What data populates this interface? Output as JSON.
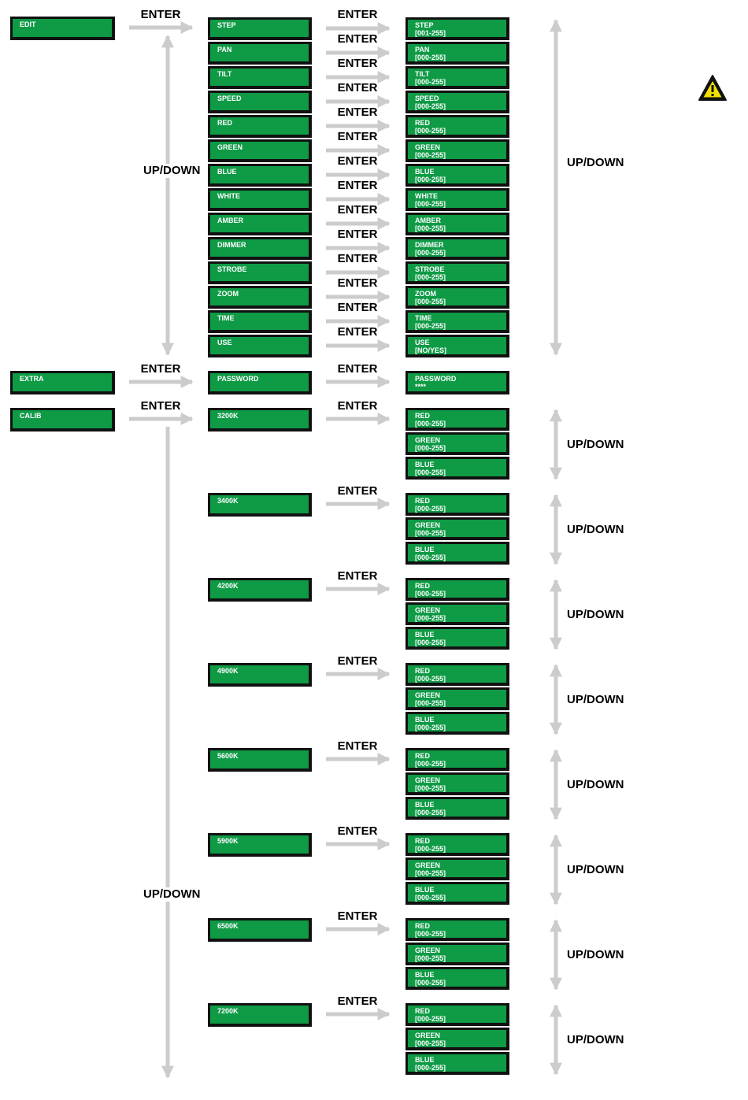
{
  "labels": {
    "enter": "ENTER",
    "updown": "UP/DOWN"
  },
  "colors": {
    "box_fill": "#0f9a46",
    "box_border": "#111111",
    "arrow": "#cccccc",
    "warning": "#f0e000"
  },
  "icons": {
    "warning": "warning-triangle-icon"
  },
  "menu": {
    "edit": {
      "label": "EDIT",
      "steps": [
        {
          "name": "STEP",
          "range": "[001-255]"
        },
        {
          "name": "PAN",
          "range": "[000-255]"
        },
        {
          "name": "TILT",
          "range": "[000-255]"
        },
        {
          "name": "SPEED",
          "range": "[000-255]"
        },
        {
          "name": "RED",
          "range": "[000-255]"
        },
        {
          "name": "GREEN",
          "range": "[000-255]"
        },
        {
          "name": "BLUE",
          "range": "[000-255]"
        },
        {
          "name": "WHITE",
          "range": "[000-255]"
        },
        {
          "name": "AMBER",
          "range": "[000-255]"
        },
        {
          "name": "DIMMER",
          "range": "[000-255]"
        },
        {
          "name": "STROBE",
          "range": "[000-255]"
        },
        {
          "name": "ZOOM",
          "range": "[000-255]"
        },
        {
          "name": "TIME",
          "range": "[000-255]"
        },
        {
          "name": "USE",
          "range": "[NO/YES]"
        }
      ]
    },
    "extra": {
      "label": "EXTRA",
      "item": "PASSWORD",
      "value_name": "PASSWORD",
      "value": "****"
    },
    "calib": {
      "label": "CALIB",
      "temps": [
        "3200K",
        "3400K",
        "4200K",
        "4900K",
        "5600K",
        "5900K",
        "6500K",
        "7200K"
      ],
      "channels": [
        {
          "name": "RED",
          "range": "[000-255]"
        },
        {
          "name": "GREEN",
          "range": "[000-255]"
        },
        {
          "name": "BLUE",
          "range": "[000-255]"
        }
      ]
    }
  }
}
